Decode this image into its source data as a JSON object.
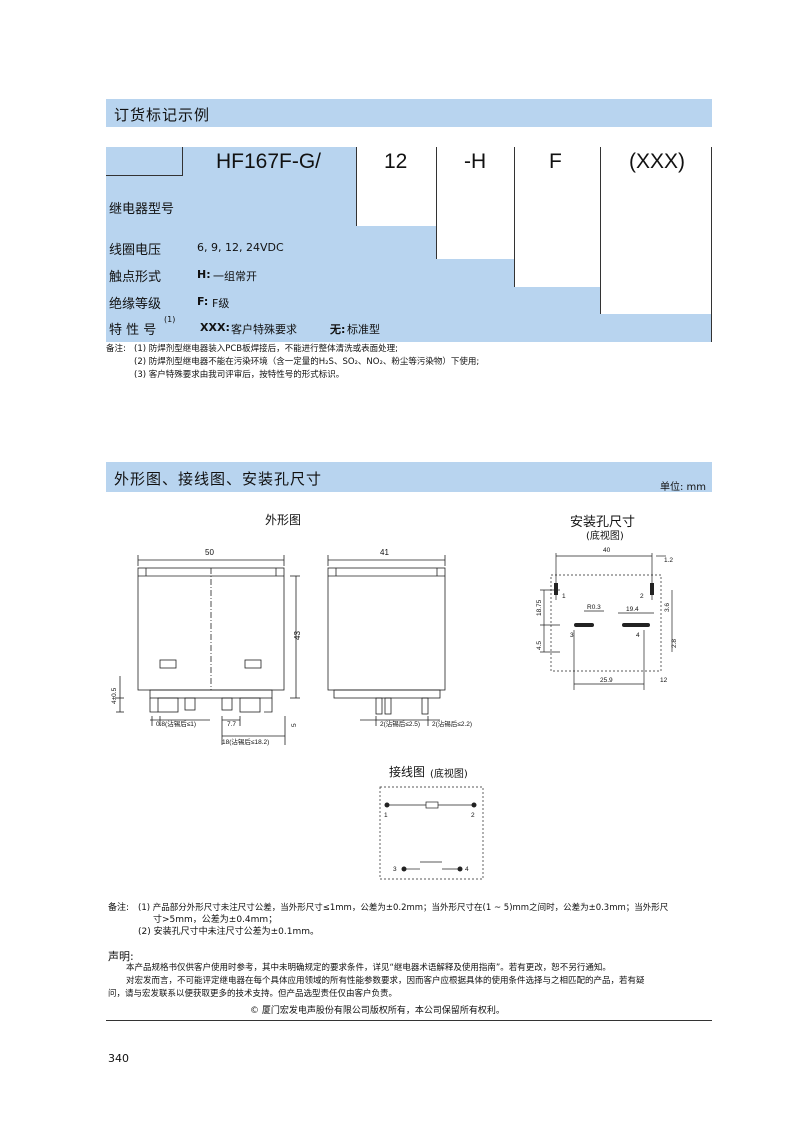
{
  "ordering": {
    "title": "订货标记示例",
    "codes": {
      "model": "HF167F-G/",
      "coil": "12",
      "contact": "-H",
      "insulation": "F",
      "special": "(XXX)"
    },
    "rows": [
      {
        "label": "继电器型号",
        "value_key": "",
        "value": ""
      },
      {
        "label": "线圈电压",
        "value_key": "",
        "value": "6, 9, 12, 24VDC"
      },
      {
        "label": "触点形式",
        "value_key": "H:",
        "value": "一组常开"
      },
      {
        "label": "绝缘等级",
        "value_key": "F:",
        "value": "F级"
      },
      {
        "label": "特 性 号",
        "sup": "(1)",
        "value_key": "XXX:",
        "value": "客户特殊要求",
        "value2_key": "无:",
        "value2": "标准型"
      }
    ],
    "notes_label": "备注:",
    "notes": [
      "(1) 防焊剂型继电器装入PCB板焊接后，不能进行整体清洗或表面处理;",
      "(2) 防焊剂型继电器不能在污染环境（含一定量的H₂S、SO₂、NO₂、粉尘等污染物）下使用;",
      "(3) 客户特殊要求由我司评审后，按特性号的形式标识。"
    ]
  },
  "dimensions": {
    "title": "外形图、接线图、安装孔尺寸",
    "unit": "单位: mm",
    "outline_title": "外形图",
    "mounting_title": "安装孔尺寸",
    "mounting_subtitle": "(底视图)",
    "wiring_title": "接线图",
    "wiring_subtitle": "(底视图)",
    "outline_labels": {
      "width": "50",
      "depth": "41",
      "height": "43",
      "pin_h": "4±0.5",
      "side5": "5",
      "pin_w1": "0.8(沾锡后≤1)",
      "pitch": "7.7",
      "span": "18(沾锡后≤18.2)",
      "pin_t1": "2(沾锡后≤2.5)",
      "pin_t2": "2(沾锡后≤2.2)"
    },
    "mount_labels": {
      "w40": "40",
      "d12a": "1.2",
      "h1875": "18.75",
      "r03": "R0.3",
      "d194": "19.4",
      "d36": "3.6",
      "h45": "4.5",
      "d28": "2.8",
      "d259": "25.9",
      "d12": "12",
      "p1": "1",
      "p2": "2",
      "p3": "3",
      "p4": "4"
    },
    "wiring_pins": [
      "1",
      "2",
      "3",
      "4"
    ],
    "notes_label": "备注:",
    "notes": [
      "(1) 产品部分外形尺寸未注尺寸公差，当外形尺寸≤1mm，公差为±0.2mm；当外形尺寸在(1 ~ 5)mm之间时，公差为±0.3mm；当外形尺",
      "寸>5mm，公差为±0.4mm；",
      "(2) 安装孔尺寸中未注尺寸公差为±0.1mm。"
    ]
  },
  "declaration": {
    "title": "声明:",
    "line1": "本产品规格书仅供客户使用时参考，其中未明确规定的要求条件，详见“继电器术语解释及使用指南”。若有更改，恕不另行通知。",
    "line2": "对宏发而言，不可能评定继电器在每个具体应用领域的所有性能参数要求，因而客户应根据具体的使用条件选择与之相匹配的产品，若有疑",
    "line3": "问，请与宏发联系以便获取更多的技术支持。但产品选型责任仅由客户负责。",
    "copyright": "© 厦门宏发电声股份有限公司版权所有，本公司保留所有权利。"
  },
  "page_number": "340"
}
